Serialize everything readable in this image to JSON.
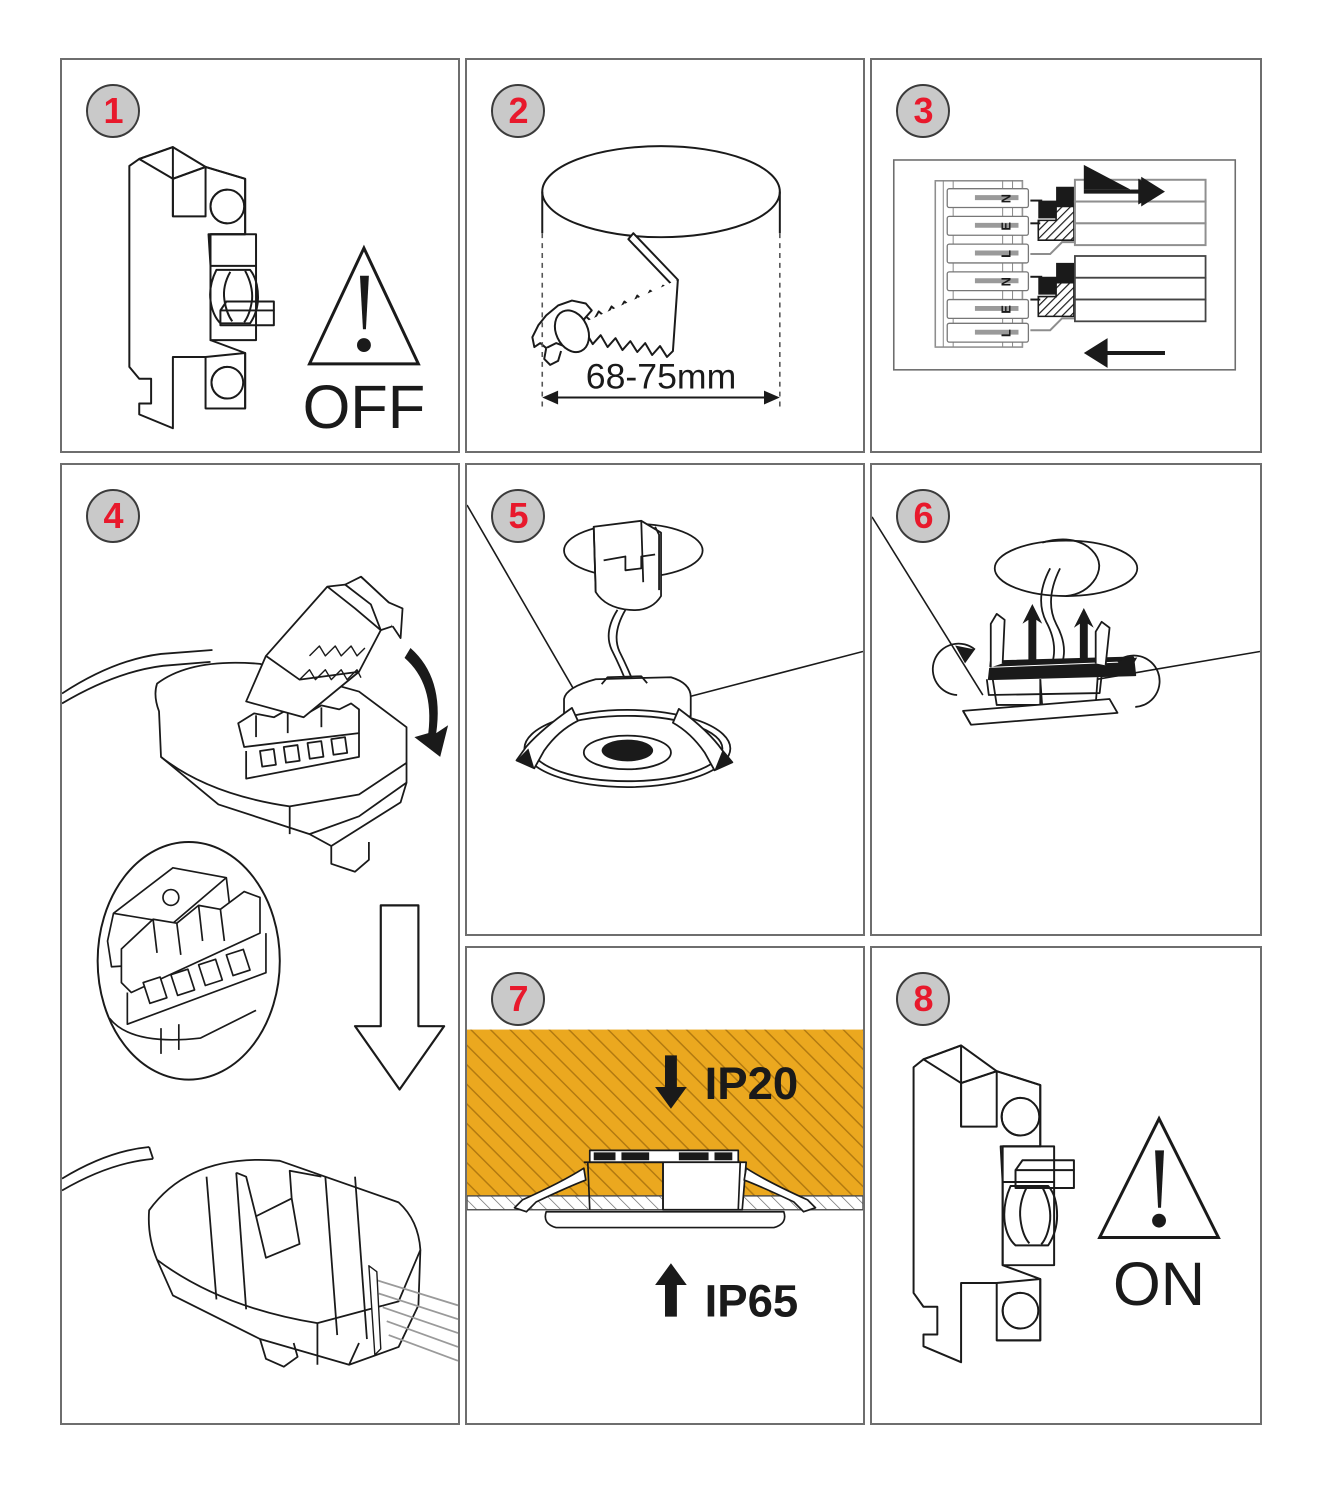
{
  "document": {
    "type": "installation-instruction-sheet",
    "product": "recessed-led-downlight",
    "step_count": 8,
    "colors": {
      "badge_fill": "#c9c9c9",
      "badge_border": "#3b3b3b",
      "badge_number": "#e8192c",
      "panel_border": "#6e6e6e",
      "line_art": "#1a1a1a",
      "insulation_orange": "#eba81f",
      "insulation_hatch": "#b37a10",
      "ceiling_hatch": "#6e6e6e",
      "background": "#ffffff"
    }
  },
  "steps": [
    {
      "number": "1",
      "id": "step-1",
      "title": "Switch circuit breaker off",
      "labels": {
        "state": "OFF"
      },
      "icons": [
        "circuit-breaker",
        "warning-triangle"
      ]
    },
    {
      "number": "2",
      "id": "step-2",
      "title": "Cut ceiling hole",
      "labels": {
        "dimension": "68-75mm"
      },
      "icons": [
        "hole-saw",
        "ceiling-hole"
      ]
    },
    {
      "number": "3",
      "id": "step-3",
      "title": "Insert cables into terminal block",
      "terminals": [
        "N",
        "E",
        "L",
        "N",
        "E",
        "L"
      ],
      "cables": [
        {
          "direction": "right",
          "cores": [
            "live-black",
            "earth-hatched",
            "neutral-white"
          ]
        },
        {
          "direction": "left",
          "cores": [
            "live-black",
            "earth-hatched",
            "neutral-white"
          ]
        }
      ],
      "icons": [
        "terminal-block",
        "arrow-right",
        "arrow-left"
      ]
    },
    {
      "number": "4",
      "id": "step-4",
      "title": "Open connector, seat wires, close connector",
      "icons": [
        "connector-open",
        "detail-oval",
        "down-arrow",
        "connector-closed"
      ]
    },
    {
      "number": "5",
      "id": "step-5",
      "title": "Fold spring clips and offer luminaire to hole",
      "icons": [
        "downlight",
        "spring-clip",
        "driver-box"
      ]
    },
    {
      "number": "6",
      "id": "step-6",
      "title": "Push luminaire up into ceiling",
      "icons": [
        "downlight-section",
        "up-arrow",
        "rotate-arrow"
      ]
    },
    {
      "number": "7",
      "id": "step-7",
      "title": "Ingress protection ratings",
      "labels": {
        "above_ceiling": "IP20",
        "below_ceiling": "IP65"
      },
      "icons": [
        "insulation-hatch",
        "down-arrow",
        "up-arrow",
        "downlight-section"
      ]
    },
    {
      "number": "8",
      "id": "step-8",
      "title": "Switch circuit breaker on",
      "labels": {
        "state": "ON"
      },
      "icons": [
        "circuit-breaker",
        "warning-triangle"
      ]
    }
  ]
}
